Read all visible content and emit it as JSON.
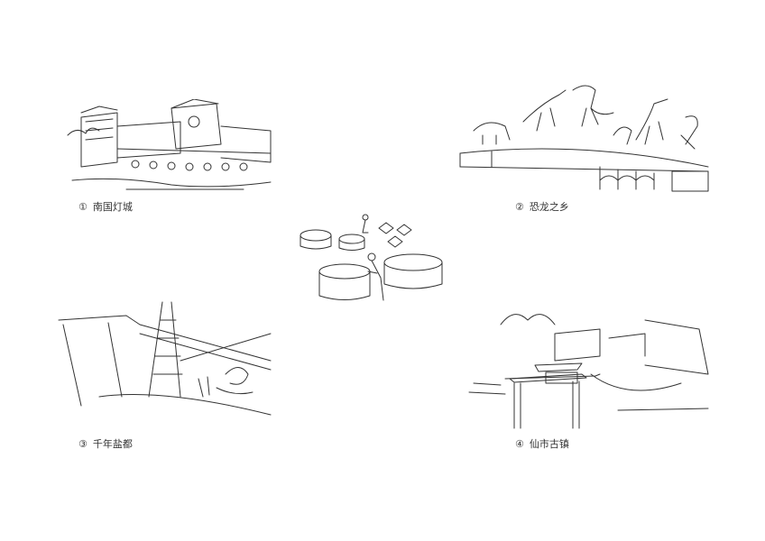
{
  "panels": [
    {
      "number": "①",
      "label": "南国灯城",
      "icon": "lantern-city-sketch"
    },
    {
      "number": "②",
      "label": "恐龙之乡",
      "icon": "dinosaur-hometown-sketch"
    },
    {
      "number": "③",
      "label": "千年盐都",
      "icon": "salt-capital-sketch"
    },
    {
      "number": "④",
      "label": "仙市古镇",
      "icon": "ancient-town-sketch"
    }
  ],
  "center": {
    "icon": "salt-workers-sketch"
  }
}
